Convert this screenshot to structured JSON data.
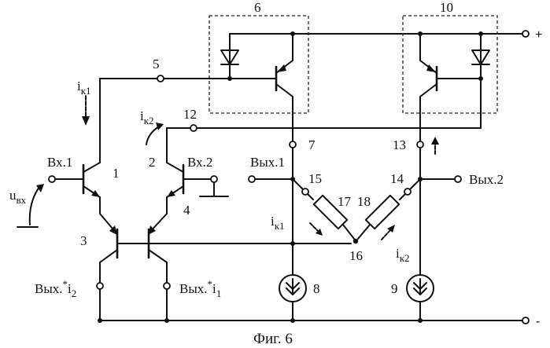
{
  "labels": {
    "block_6": "6",
    "block_10": "10",
    "node_5": "5",
    "node_12": "12",
    "node_7": "7",
    "node_13": "13",
    "node_15": "15",
    "node_14": "14",
    "node_16": "16",
    "t1": "1",
    "t2": "2",
    "t3": "3",
    "t4": "4",
    "r17": "17",
    "r18": "18",
    "cs8": "8",
    "cs9": "9",
    "plus": "+",
    "minus": "-"
  },
  "currents": {
    "ik1_top": {
      "main": "i",
      "sub": "к1"
    },
    "ik2_top": {
      "main": "i",
      "sub": "к2"
    },
    "ik1_mid": {
      "main": "i",
      "sub": "к1"
    },
    "ik2_mid": {
      "main": "i",
      "sub": "к2"
    }
  },
  "ports": {
    "in1": "Вх.1",
    "in2": "Вх.2",
    "out1": "Вых.1",
    "out2": "Вых.2",
    "out_i2": {
      "main": "Вых.",
      "star": "*",
      "i": "i",
      "sub": "2"
    },
    "out_i1": {
      "main": "Вых.",
      "star": "*",
      "i": "i",
      "sub": "1"
    }
  },
  "uin": {
    "main": "u",
    "sub": "вх"
  },
  "caption": "Фиг. 6"
}
